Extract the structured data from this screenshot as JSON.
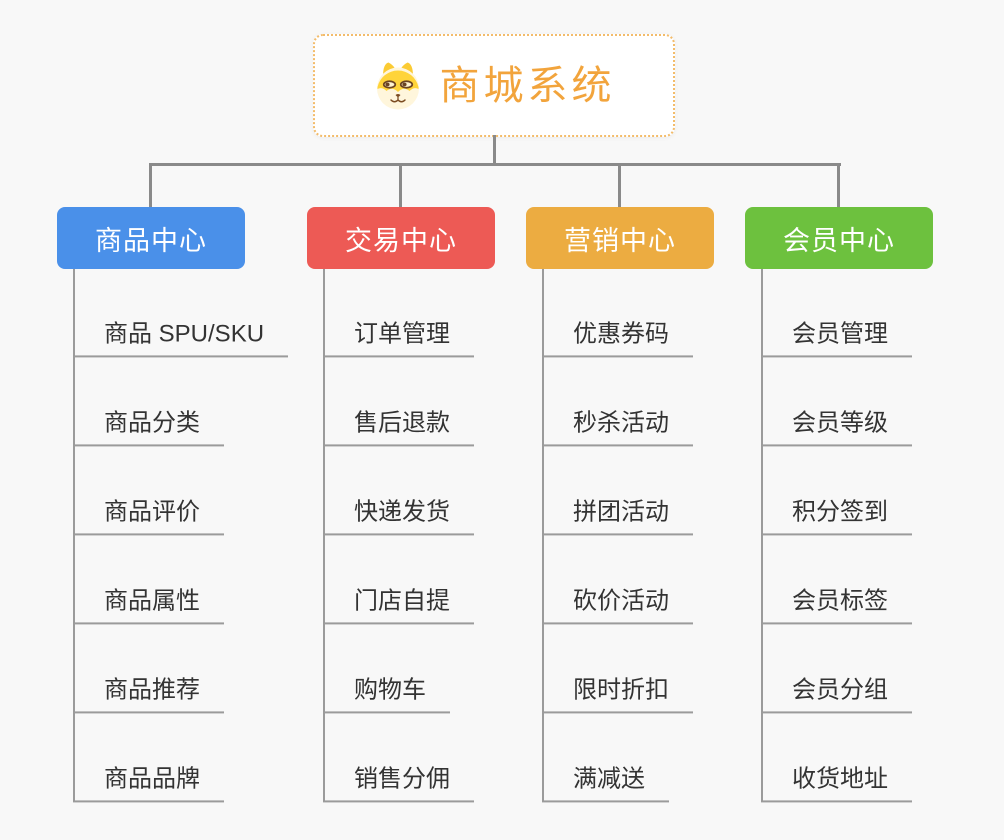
{
  "root": {
    "title": "商城系统",
    "icon": "dog-face-icon"
  },
  "palette": {
    "background": "#F8F8F8",
    "connector_line": "#8A8A8A",
    "underline": "#9B9B9B",
    "root_accent": "#F2A43C",
    "root_border": "#F3BC6B",
    "item_text": "#333333"
  },
  "branches": [
    {
      "label": "商品中心",
      "color": "#4A90E9",
      "items": [
        "商品 SPU/SKU",
        "商品分类",
        "商品评价",
        "商品属性",
        "商品推荐",
        "商品品牌"
      ]
    },
    {
      "label": "交易中心",
      "color": "#ED5A55",
      "items": [
        "订单管理",
        "售后退款",
        "快递发货",
        "门店自提",
        "购物车",
        "销售分佣"
      ]
    },
    {
      "label": "营销中心",
      "color": "#ECAC41",
      "items": [
        "优惠券码",
        "秒杀活动",
        "拼团活动",
        "砍价活动",
        "限时折扣",
        "满减送"
      ]
    },
    {
      "label": "会员中心",
      "color": "#6DC13E",
      "items": [
        "会员管理",
        "会员等级",
        "积分签到",
        "会员标签",
        "会员分组",
        "收货地址"
      ]
    }
  ]
}
